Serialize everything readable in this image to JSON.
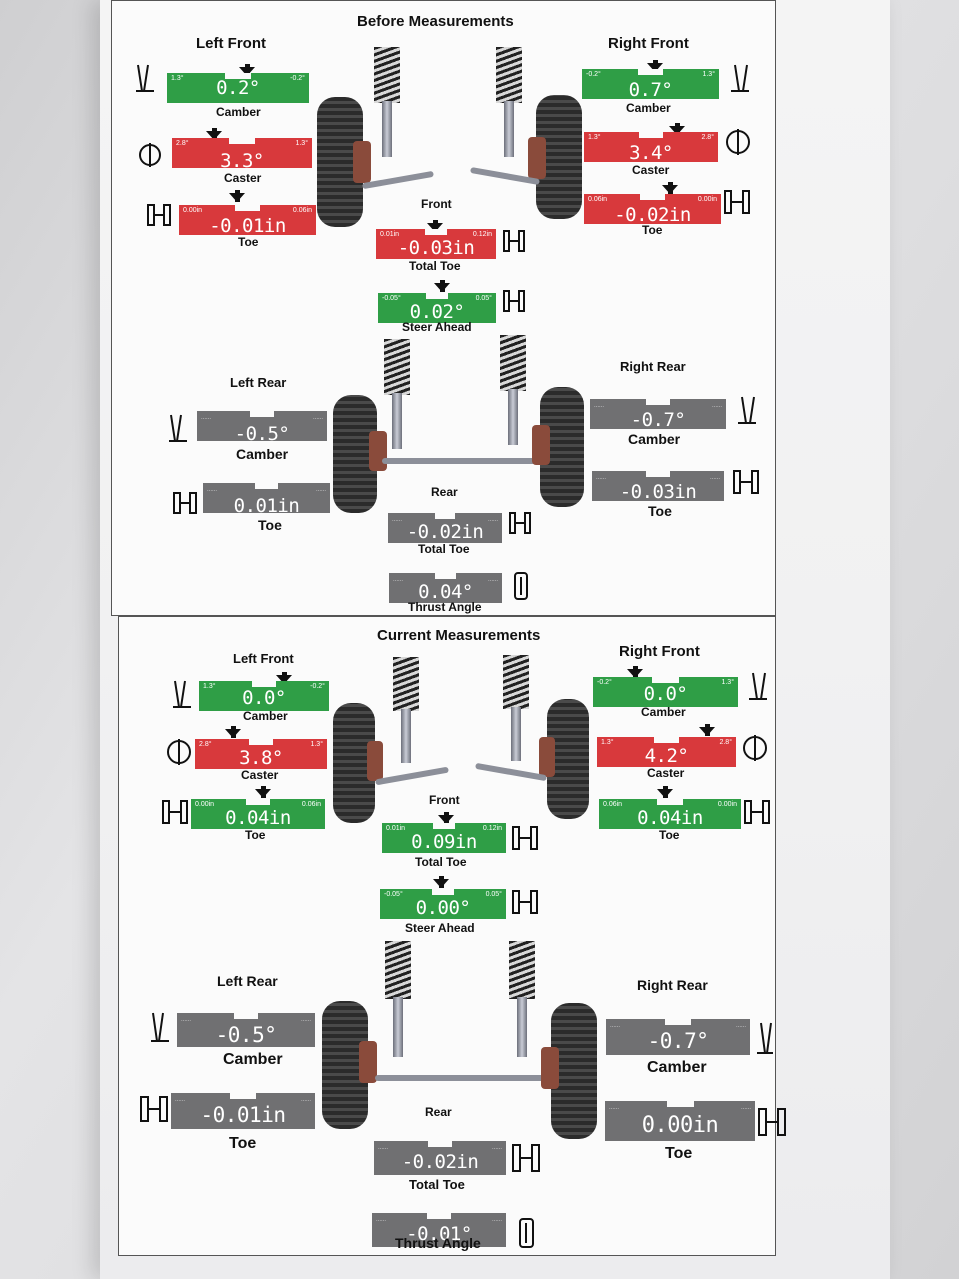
{
  "before": {
    "title": "Before Measurements",
    "left_front": {
      "label": "Left Front",
      "camber": {
        "label": "Camber",
        "value": "0.2°",
        "min": "1.3°",
        "max": "-0.2°",
        "status": "green"
      },
      "caster": {
        "label": "Caster",
        "value": "3.3°",
        "min": "2.8°",
        "max": "1.3°",
        "status": "red"
      },
      "toe": {
        "label": "Toe",
        "value": "-0.01in",
        "min": "0.00in",
        "max": "0.06in",
        "status": "red"
      }
    },
    "right_front": {
      "label": "Right Front",
      "camber": {
        "label": "Camber",
        "value": "0.7°",
        "min": "-0.2°",
        "max": "1.3°",
        "status": "green"
      },
      "caster": {
        "label": "Caster",
        "value": "3.4°",
        "min": "1.3°",
        "max": "2.8°",
        "status": "red"
      },
      "toe": {
        "label": "Toe",
        "value": "-0.02in",
        "min": "0.06in",
        "max": "0.00in",
        "status": "red"
      }
    },
    "front": {
      "label": "Front",
      "total_toe": {
        "label": "Total Toe",
        "value": "-0.03in",
        "min": "0.01in",
        "max": "0.12in",
        "status": "red"
      },
      "steer_ahead": {
        "label": "Steer Ahead",
        "value": "0.02°",
        "min": "-0.05°",
        "max": "0.05°",
        "status": "green"
      }
    },
    "left_rear": {
      "label": "Left Rear",
      "camber": {
        "label": "Camber",
        "value": "-0.5°"
      },
      "toe": {
        "label": "Toe",
        "value": "0.01in"
      }
    },
    "right_rear": {
      "label": "Right Rear",
      "camber": {
        "label": "Camber",
        "value": "-0.7°"
      },
      "toe": {
        "label": "Toe",
        "value": "-0.03in"
      }
    },
    "rear": {
      "label": "Rear",
      "total_toe": {
        "label": "Total Toe",
        "value": "-0.02in"
      },
      "thrust_angle": {
        "label": "Thrust Angle",
        "value": "0.04°"
      }
    }
  },
  "current": {
    "title": "Current Measurements",
    "left_front": {
      "label": "Left Front",
      "camber": {
        "label": "Camber",
        "value": "0.0°",
        "min": "1.3°",
        "max": "-0.2°",
        "status": "green"
      },
      "caster": {
        "label": "Caster",
        "value": "3.8°",
        "min": "2.8°",
        "max": "1.3°",
        "status": "red"
      },
      "toe": {
        "label": "Toe",
        "value": "0.04in",
        "min": "0.00in",
        "max": "0.06in",
        "status": "green"
      }
    },
    "right_front": {
      "label": "Right Front",
      "camber": {
        "label": "Camber",
        "value": "0.0°",
        "min": "-0.2°",
        "max": "1.3°",
        "status": "green"
      },
      "caster": {
        "label": "Caster",
        "value": "4.2°",
        "min": "1.3°",
        "max": "2.8°",
        "status": "red"
      },
      "toe": {
        "label": "Toe",
        "value": "0.04in",
        "min": "0.06in",
        "max": "0.00in",
        "status": "green"
      }
    },
    "front": {
      "label": "Front",
      "total_toe": {
        "label": "Total Toe",
        "value": "0.09in",
        "min": "0.01in",
        "max": "0.12in",
        "status": "green"
      },
      "steer_ahead": {
        "label": "Steer Ahead",
        "value": "0.00°",
        "min": "-0.05°",
        "max": "0.05°",
        "status": "green"
      }
    },
    "left_rear": {
      "label": "Left Rear",
      "camber": {
        "label": "Camber",
        "value": "-0.5°"
      },
      "toe": {
        "label": "Toe",
        "value": "-0.01in"
      }
    },
    "right_rear": {
      "label": "Right Rear",
      "camber": {
        "label": "Camber",
        "value": "-0.7°"
      },
      "toe": {
        "label": "Toe",
        "value": "0.00in"
      }
    },
    "rear": {
      "label": "Rear",
      "total_toe": {
        "label": "Total Toe",
        "value": "-0.02in"
      },
      "thrust_angle": {
        "label": "Thrust Angle",
        "value": "-0.01°"
      }
    }
  },
  "colors": {
    "in_spec": "#2f9e46",
    "out_of_spec": "#d8393c",
    "no_spec": "#707072"
  }
}
